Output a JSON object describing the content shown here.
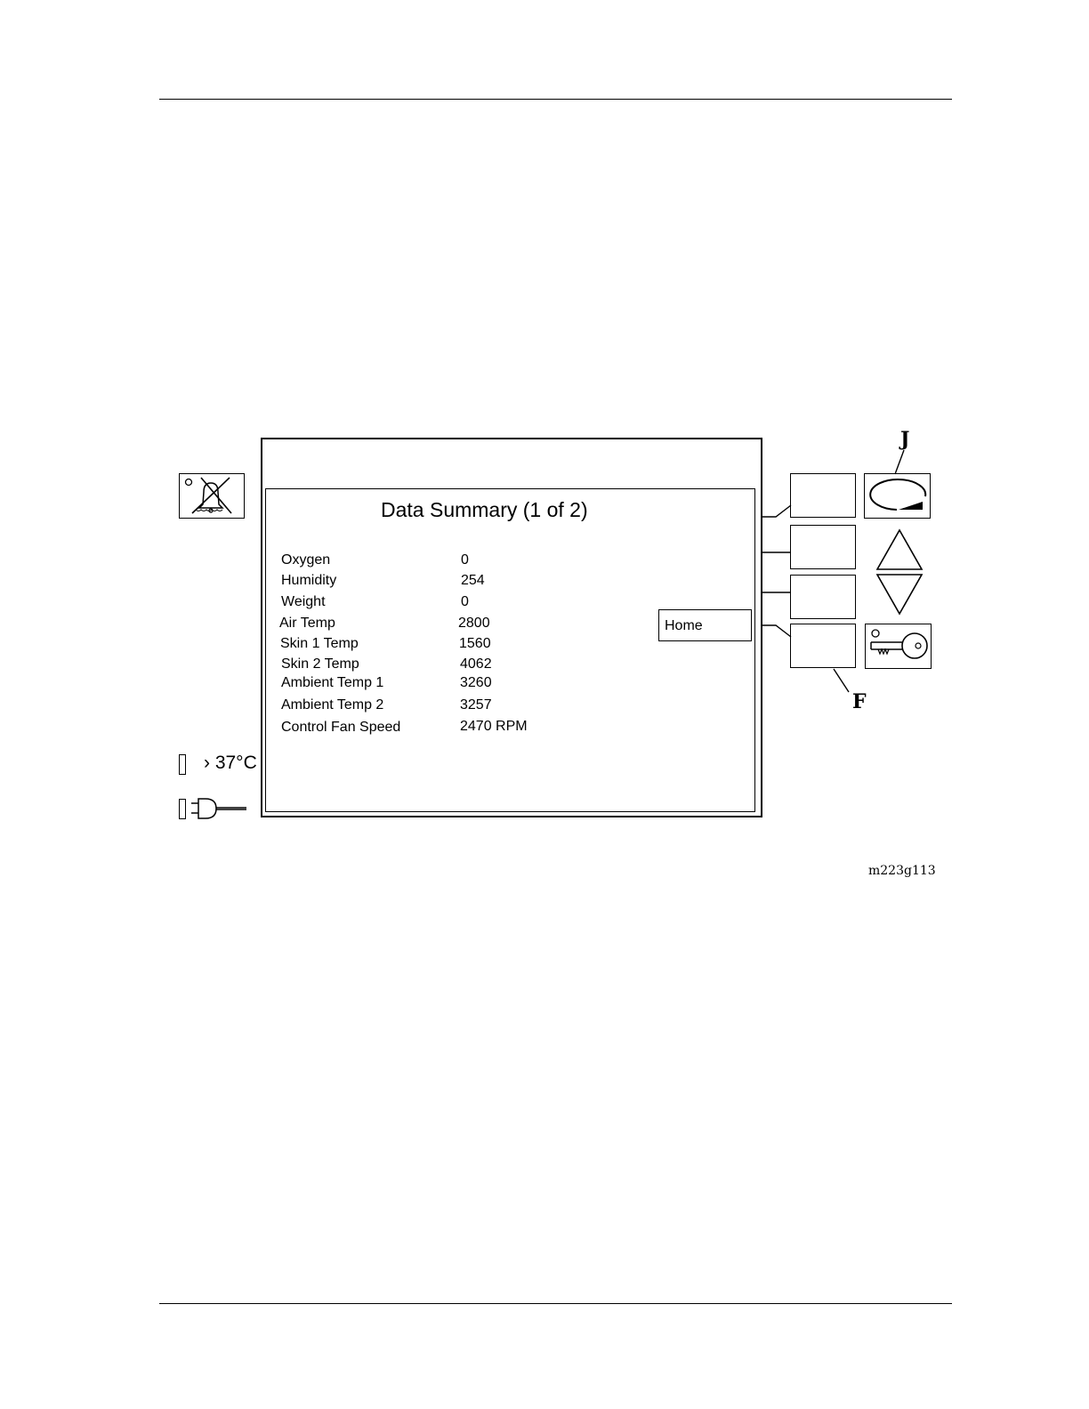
{
  "screen": {
    "title": "Data Summary (1 of 2)",
    "rows": [
      {
        "label": "Oxygen",
        "value": "0"
      },
      {
        "label": "Humidity",
        "value": "254"
      },
      {
        "label": "Weight",
        "value": "0"
      },
      {
        "label": "Air Temp",
        "value": "2800"
      },
      {
        "label": "Skin 1 Temp",
        "value": "1560"
      },
      {
        "label": "Skin 2 Temp",
        "value": "4062"
      },
      {
        "label": "Ambient Temp 1",
        "value": "3260"
      },
      {
        "label": "Ambient Temp 2",
        "value": "3257"
      },
      {
        "label": "Control Fan Speed",
        "value": "2470 RPM"
      }
    ],
    "home_label": "Home"
  },
  "left_panel": {
    "temp_indicator_label": "› 37°C",
    "icons": [
      "alarm-silence-icon",
      "temperature-indicator-icon",
      "power-plug-icon"
    ]
  },
  "right_panel": {
    "icons": [
      "reset-dial-icon",
      "up-arrow-icon",
      "down-arrow-icon",
      "key-icon"
    ]
  },
  "callouts": {
    "j": "J",
    "f": "F"
  },
  "figure_id": "m223g113"
}
